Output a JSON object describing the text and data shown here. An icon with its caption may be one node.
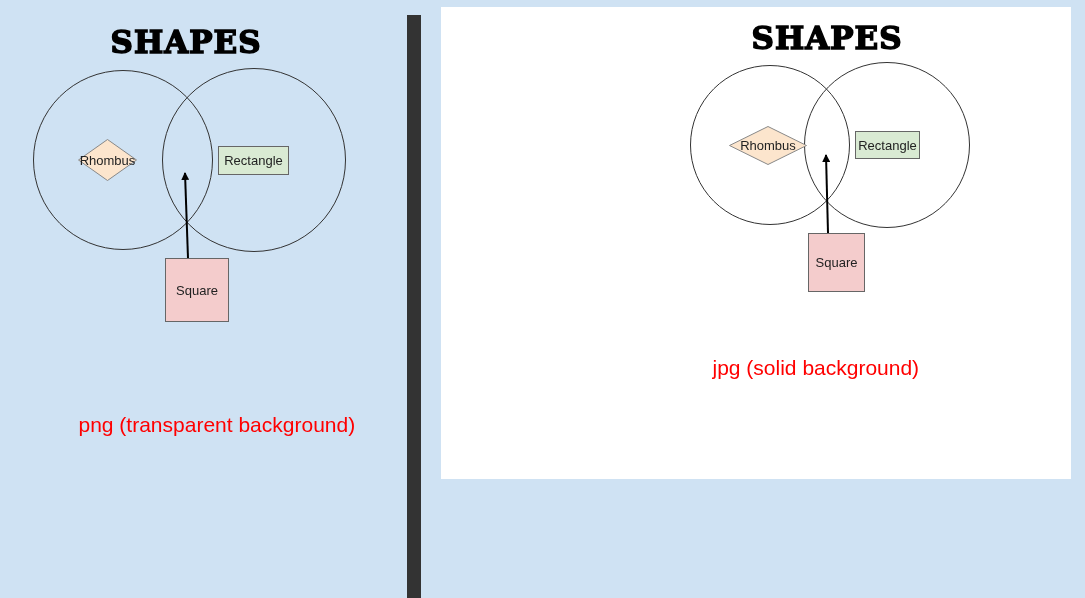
{
  "diagram": {
    "nodes": [
      {
        "text": [],
        "shape": "circle"
      },
      {
        "text": [],
        "shape": "circle"
      },
      {
        "text": [
          "Rhombus"
        ],
        "in": 0
      },
      {
        "text": [
          "Rectangle"
        ],
        "in": 1
      },
      {
        "text": [
          "Square"
        ]
      },
      {
        "text": [],
        "shape": "bar"
      },
      {
        "text": [],
        "shape": "circle"
      },
      {
        "text": [],
        "shape": "circle"
      },
      {
        "text": [
          "Rhombus"
        ],
        "in": 6
      },
      {
        "text": [
          "Rectangle"
        ],
        "in": 7
      },
      {
        "text": [
          "Square"
        ]
      }
    ],
    "edges": [
      {
        "from": 4,
        "to": 1,
        "arrow": "to"
      },
      {
        "from": 10,
        "to": 7,
        "arrow": "to"
      }
    ],
    "labels": [
      "SHAPES",
      "SHAPES",
      "jpg (solid background)",
      "png (transparent background)"
    ]
  }
}
